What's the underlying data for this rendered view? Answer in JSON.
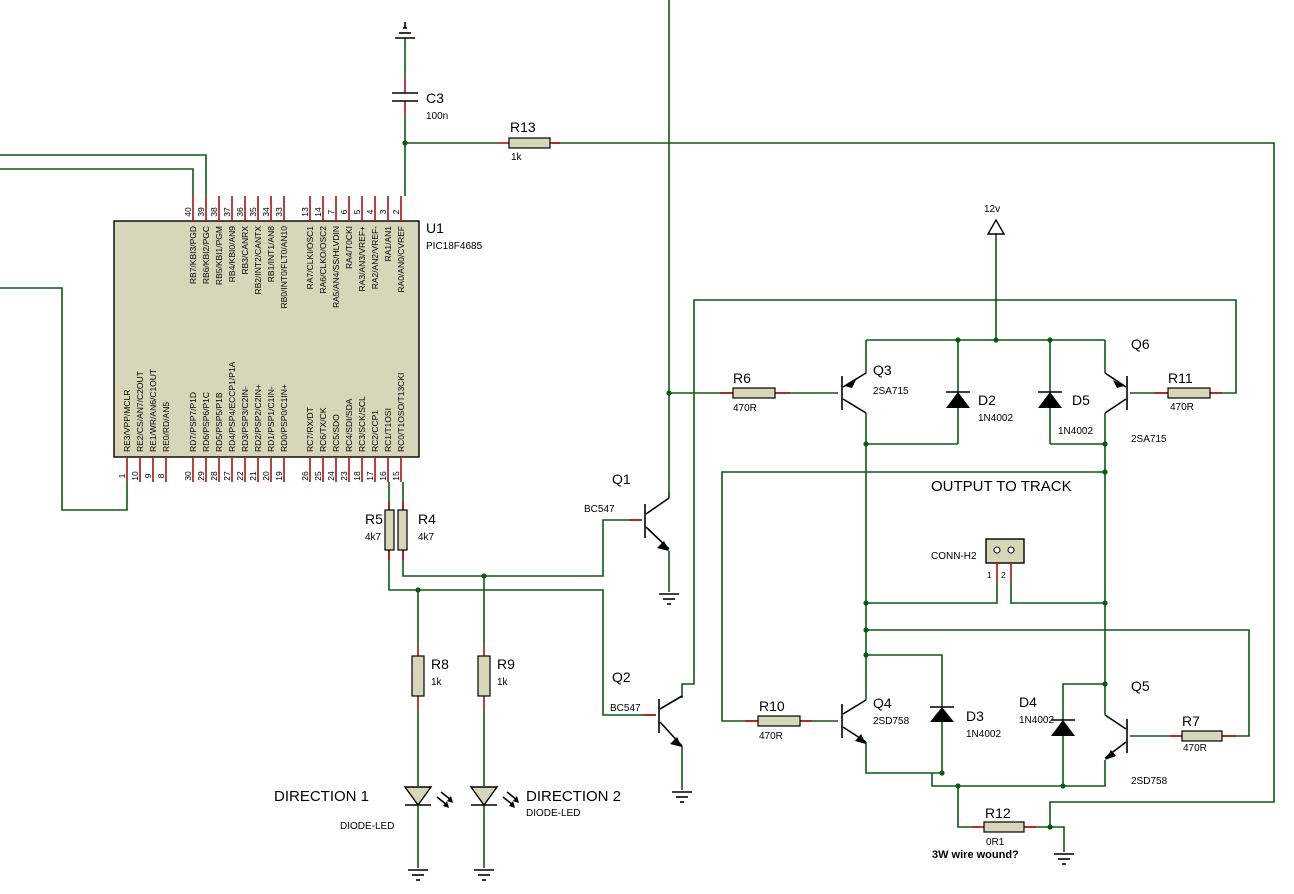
{
  "mcu": {
    "ref": "U1",
    "part": "PIC18F4685",
    "top_pins": [
      {
        "num": "40",
        "name": "RB7/KBI3/PGD"
      },
      {
        "num": "39",
        "name": "RB6/KBI2/PGC"
      },
      {
        "num": "38",
        "name": "RB5/KBI1/PGM"
      },
      {
        "num": "37",
        "name": "RB4/KBI0/AN9"
      },
      {
        "num": "36",
        "name": "RB3/CANRX"
      },
      {
        "num": "35",
        "name": "RB2/INT2/CANTX"
      },
      {
        "num": "34",
        "name": "RB1/INT1/AN8"
      },
      {
        "num": "33",
        "name": "RB0/INT0/FLT0/AN10"
      },
      {
        "num": "13",
        "name": "RA7/CLKI/OSC1"
      },
      {
        "num": "14",
        "name": "RA6/CLKO/OSC2"
      },
      {
        "num": "7",
        "name": "RA5/AN4/SS/HLVDIN"
      },
      {
        "num": "6",
        "name": "RA4/T0CKI"
      },
      {
        "num": "5",
        "name": "RA3/AN3/VREF+"
      },
      {
        "num": "4",
        "name": "RA2/AN2/VREF-"
      },
      {
        "num": "3",
        "name": "RA1/AN1"
      },
      {
        "num": "2",
        "name": "RA0/AN0/CVREF"
      }
    ],
    "bottom_pins": [
      {
        "num": "1",
        "name": "RE3/VPP/MCLR"
      },
      {
        "num": "10",
        "name": "RE2/CS/AN7/C2OUT"
      },
      {
        "num": "9",
        "name": "RE1/WR/AN6/C1OUT"
      },
      {
        "num": "8",
        "name": "RE0/RD/AN5"
      },
      {
        "num": "30",
        "name": "RD7/PSP7/P1D"
      },
      {
        "num": "29",
        "name": "RD6/PSP6/P1C"
      },
      {
        "num": "28",
        "name": "RD5/PSP5/P1B"
      },
      {
        "num": "27",
        "name": "RD4/PSP4/ECCP1/P1A"
      },
      {
        "num": "22",
        "name": "RD3/PSP3/C2IN-"
      },
      {
        "num": "21",
        "name": "RD2/PSP2/C2IN+"
      },
      {
        "num": "20",
        "name": "RD1/PSP1/C1IN-"
      },
      {
        "num": "19",
        "name": "RD0/PSP0/C1IN+"
      },
      {
        "num": "26",
        "name": "RC7/RX/DT"
      },
      {
        "num": "25",
        "name": "RC6/TX/CK"
      },
      {
        "num": "24",
        "name": "RC5/SDO"
      },
      {
        "num": "23",
        "name": "RC4/SDI/SDA"
      },
      {
        "num": "18",
        "name": "RC3/SCK/SCL"
      },
      {
        "num": "17",
        "name": "RC2/CCP1"
      },
      {
        "num": "16",
        "name": "RC1/T1OSI"
      },
      {
        "num": "15",
        "name": "RC0/T1OSO/T13CKI"
      }
    ]
  },
  "components": {
    "c3": {
      "ref": "C3",
      "value": "100n"
    },
    "r13": {
      "ref": "R13",
      "value": "1k"
    },
    "r5": {
      "ref": "R5",
      "value": "4k7"
    },
    "r4": {
      "ref": "R4",
      "value": "4k7"
    },
    "r8": {
      "ref": "R8",
      "value": "1k"
    },
    "r9": {
      "ref": "R9",
      "value": "1k"
    },
    "r6": {
      "ref": "R6",
      "value": "470R"
    },
    "r11": {
      "ref": "R11",
      "value": "470R"
    },
    "r10": {
      "ref": "R10",
      "value": "470R"
    },
    "r7": {
      "ref": "R7",
      "value": "470R"
    },
    "r12": {
      "ref": "R12",
      "value": "0R1",
      "note": "3W wire wound?"
    },
    "q1": {
      "ref": "Q1",
      "part": "BC547"
    },
    "q2": {
      "ref": "Q2",
      "part": "BC547"
    },
    "q3": {
      "ref": "Q3",
      "part": "2SA715"
    },
    "q6": {
      "ref": "Q6",
      "part": "2SA715"
    },
    "q4": {
      "ref": "Q4",
      "part": "2SD758"
    },
    "q5": {
      "ref": "Q5",
      "part": "2SD758"
    },
    "d2": {
      "ref": "D2",
      "part": "1N4002"
    },
    "d5": {
      "ref": "D5",
      "part": "1N4002"
    },
    "d3": {
      "ref": "D3",
      "part": "1N4002"
    },
    "d4": {
      "ref": "D4",
      "part": "1N4002"
    },
    "led1": {
      "label": "DIRECTION 1",
      "part": "DIODE-LED"
    },
    "led2": {
      "label": "DIRECTION 2",
      "part": "DIODE-LED"
    },
    "conn": {
      "part": "CONN-H2",
      "pin1": "1",
      "pin2": "2",
      "title": "OUTPUT TO TRACK"
    },
    "supply": {
      "label": "12v"
    }
  },
  "colors": {
    "wire": "#0b5a12",
    "stub": "#b01010",
    "body": "#d8d6b8"
  }
}
